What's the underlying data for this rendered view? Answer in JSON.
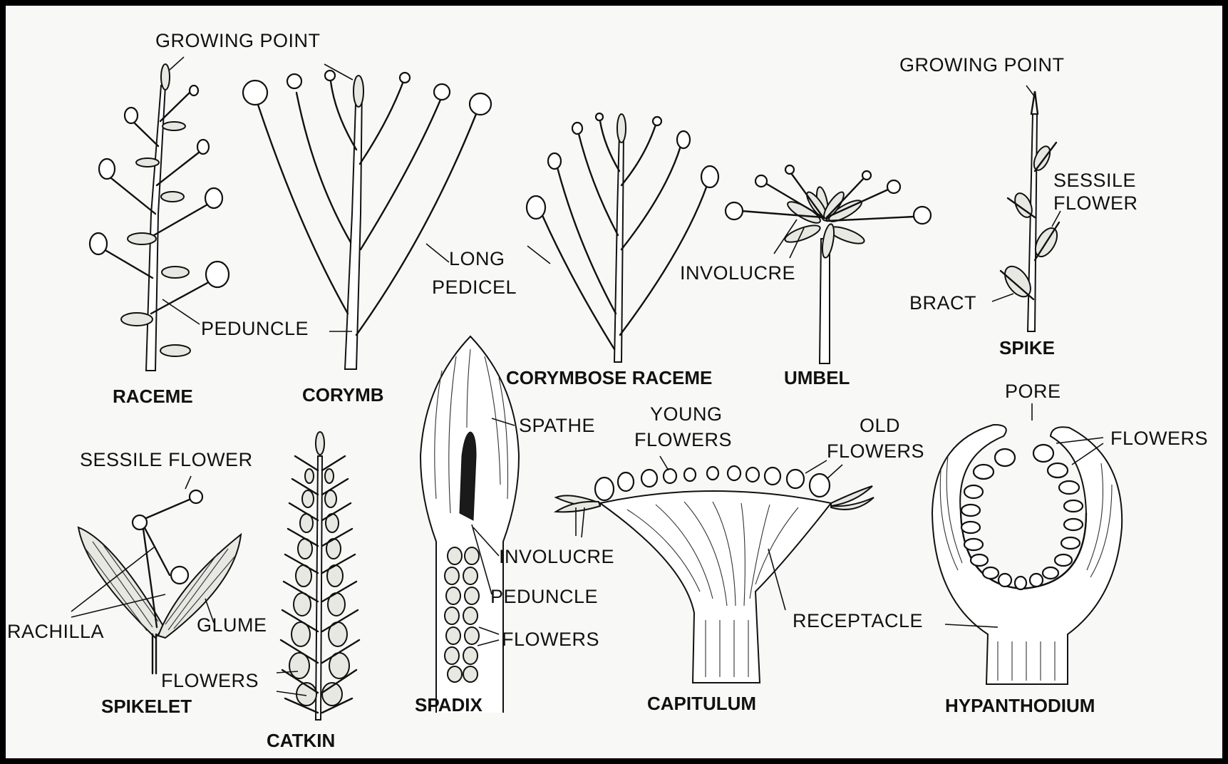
{
  "titles": {
    "raceme": "RACEME",
    "corymb": "CORYMB",
    "corymbose_raceme": "CORYMBOSE RACEME",
    "umbel": "UMBEL",
    "spike": "SPIKE",
    "spikelet": "SPIKELET",
    "catkin": "CATKIN",
    "spadix": "SPADIX",
    "capitulum": "CAPITULUM",
    "hypanthodium": "HYPANTHODIUM"
  },
  "labels": {
    "growing_point_1": "GROWING  POINT",
    "growing_point_2": "GROWING  POINT",
    "peduncle_1": "PEDUNCLE",
    "long": "LONG",
    "pedicel": "PEDICEL",
    "involucre_1": "INVOLUCRE",
    "sessile_1": "SESSILE",
    "flower_1": "FLOWER",
    "bract": "BRACT",
    "sessile_flower": "SESSILE  FLOWER",
    "rachilla": "RACHILLA",
    "glume": "GLUME",
    "flowers_1": "FLOWERS",
    "spathe": "SPATHE",
    "involucre_2": "INVOLUCRE",
    "peduncle_2": "PEDUNCLE",
    "flowers_2": "FLOWERS",
    "young": "YOUNG",
    "young_flowers": "FLOWERS",
    "old": "OLD",
    "old_flowers": "FLOWERS",
    "receptacle": "RECEPTACLE",
    "pore": "PORE",
    "flowers_3": "FLOWERS"
  }
}
